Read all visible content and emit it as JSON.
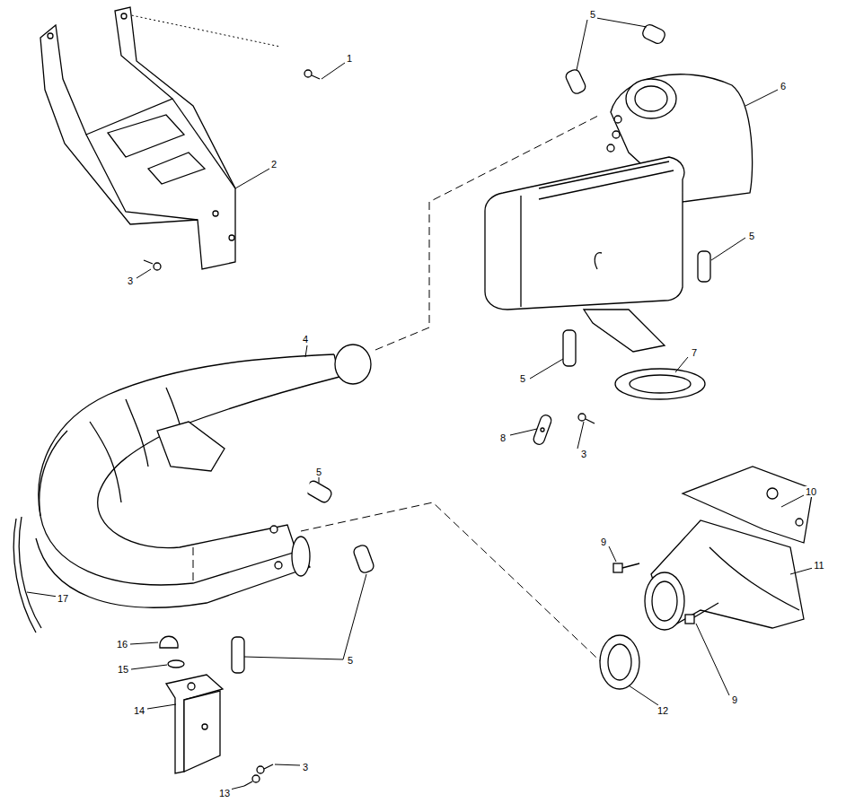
{
  "diagram": {
    "labels": [
      "5",
      "1",
      "6",
      "2",
      "5",
      "3",
      "4",
      "7",
      "5",
      "8",
      "3",
      "5",
      "10",
      "9",
      "11",
      "17",
      "16",
      "15",
      "5",
      "14",
      "9",
      "12",
      "3",
      "13"
    ]
  }
}
